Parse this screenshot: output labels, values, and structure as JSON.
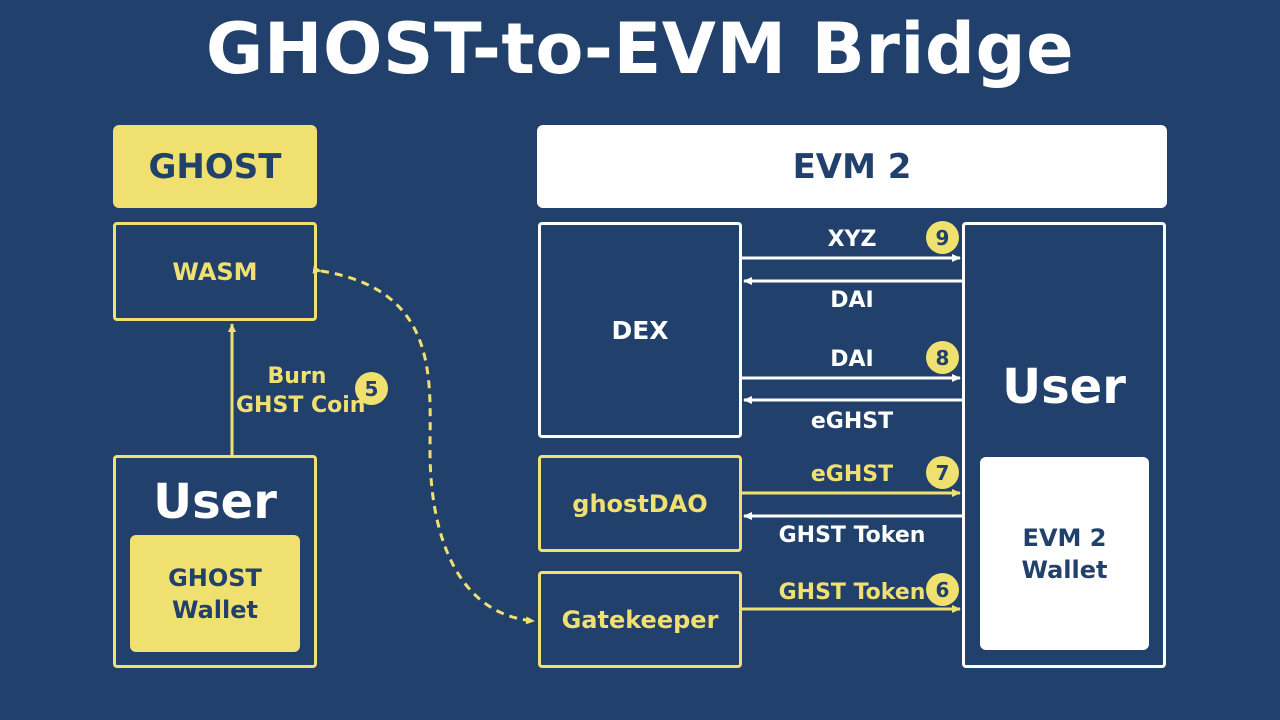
{
  "title": "GHOST-to-EVM Bridge",
  "colors": {
    "background": "#21406b",
    "accent_yellow": "#f0e070",
    "white": "#ffffff"
  },
  "ghost_panel": {
    "header": "GHOST",
    "wasm": "WASM",
    "user": "User",
    "wallet_line1": "GHOST",
    "wallet_line2": "Wallet",
    "burn_line1": "Burn",
    "burn_line2": "GHST Coin",
    "burn_step": "5"
  },
  "evm_panel": {
    "header": "EVM 2",
    "dex": "DEX",
    "ghostdao": "ghostDAO",
    "gatekeeper": "Gatekeeper",
    "user": "User",
    "wallet_line1": "EVM 2",
    "wallet_line2": "Wallet"
  },
  "flows": {
    "xyz": "XYZ",
    "step9": "9",
    "dai_out": "DAI",
    "dai_in": "DAI",
    "step8": "8",
    "eghst_out": "eGHST",
    "eghst_in": "eGHST",
    "step7": "7",
    "ghst_token_out": "GHST Token",
    "ghst_token_in": "GHST Token",
    "step6": "6"
  }
}
